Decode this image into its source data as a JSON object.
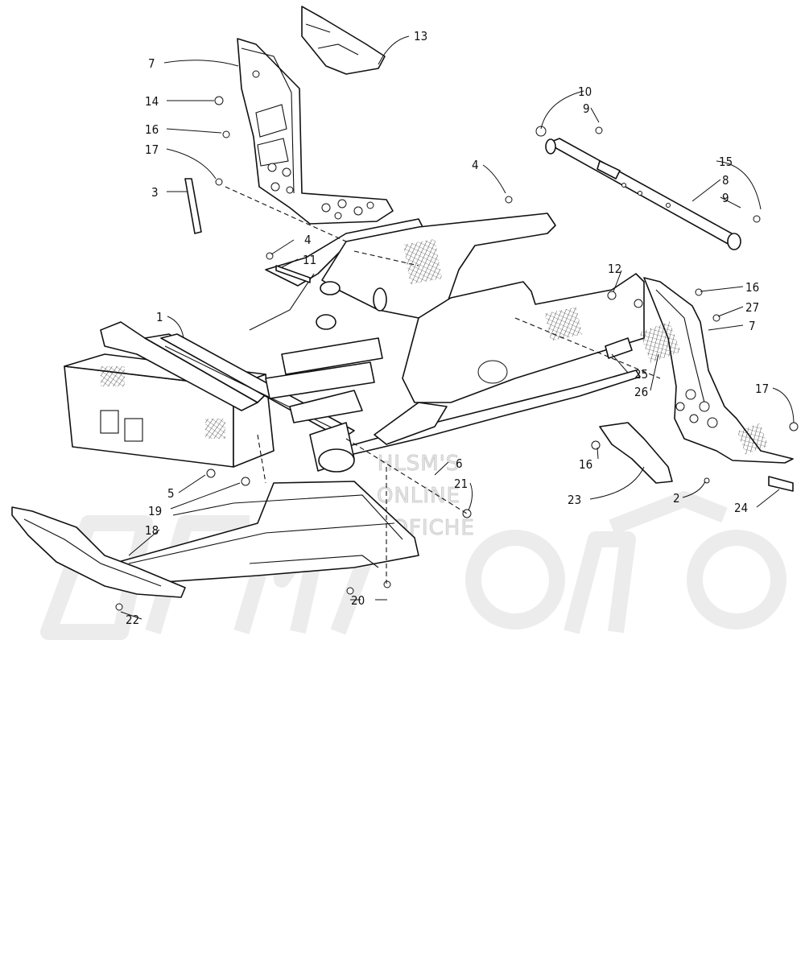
{
  "watermark": {
    "lines": [
      "HLSM'S",
      "ONLINE",
      "MICROFICHE"
    ]
  },
  "callouts": {
    "c1": "1",
    "c2": "2",
    "c3": "3",
    "c4a": "4",
    "c4b": "4",
    "c5": "5",
    "c6": "6",
    "c7a": "7",
    "c7b": "7",
    "c8": "8",
    "c9a": "9",
    "c9b": "9",
    "c10": "10",
    "c11": "11",
    "c12": "12",
    "c13": "13",
    "c14": "14",
    "c15": "15",
    "c16a": "16",
    "c16b": "16",
    "c16c": "16",
    "c17a": "17",
    "c17b": "17",
    "c18": "18",
    "c19": "19",
    "c20": "20",
    "c21": "21",
    "c22": "22",
    "c23": "23",
    "c24": "24",
    "c25": "25",
    "c26": "26",
    "c27": "27"
  }
}
